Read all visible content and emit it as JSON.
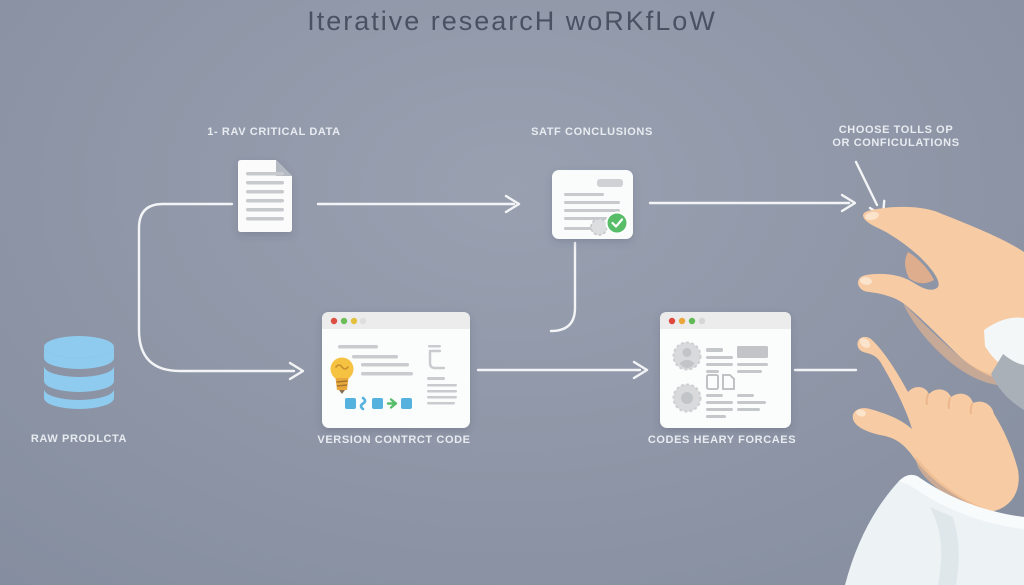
{
  "title": "Iterative researcH woRKfLoW",
  "labels": {
    "database": "RAW PRODLCTA",
    "raw_data": "1- RAV CRITICAL DATA",
    "conclusions": "SATF CONCLUSIONS",
    "choose_tools_line1": "CHOOSE TOLLS OP",
    "choose_tools_line2": "OR CONFICULATIONS",
    "version_control": "VERSION CONTRCT CODE",
    "code_review": "CODES HEARY FORCAES"
  },
  "icons": {
    "database": "database-cylinder-icon",
    "raw_data": "document-icon",
    "conclusions": "document-approved-icon",
    "version_control": "browser-window-lightbulb-icon",
    "code_review": "browser-window-profile-icon",
    "choose_tools": "pinch-hand-icon",
    "pointer": "pointing-hand-icon"
  },
  "colors": {
    "background": "#8C94A6",
    "arrow": "#F3F4F6",
    "database_blue": "#8FCBEE",
    "check_green": "#57BD68",
    "bulb_yellow": "#F5C242",
    "blue_squares": "#55B2DF",
    "skin": "#F7CBA3",
    "title_text": "#4A5162",
    "label_text": "#F0F3F7"
  }
}
